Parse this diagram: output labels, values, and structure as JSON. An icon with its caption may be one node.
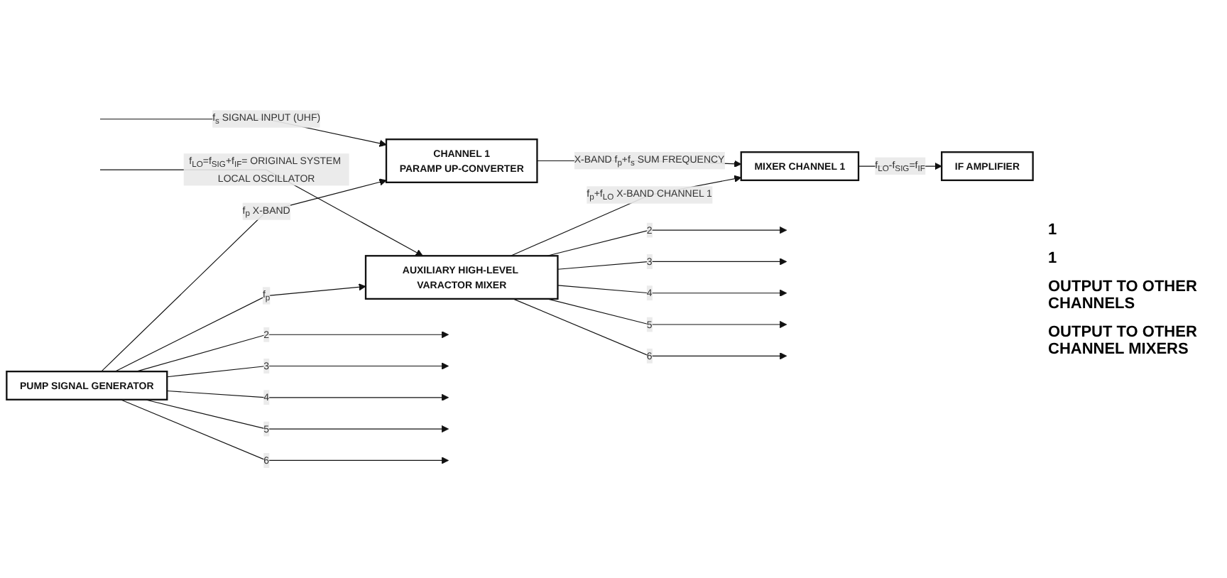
{
  "diagram": {
    "nodes": [
      {
        "text": [
          "CHANNEL 1",
          "PARAMP UP-CONVERTER"
        ]
      },
      {
        "text": [
          "MIXER CHANNEL 1"
        ]
      },
      {
        "text": [
          "IF AMPLIFIER"
        ]
      },
      {
        "text": [
          "PUMP SIGNAL GENERATOR"
        ]
      },
      {
        "text": [
          "AUXILIARY HIGH-LEVEL VARACTOR MIXER"
        ]
      }
    ],
    "edges": [
      {
        "from": null,
        "to": 0,
        "arrow": "to",
        "label": "f$_{s}$ SIGNAL INPUT (UHF)"
      },
      {
        "from": 0,
        "to": 1,
        "arrow": "to",
        "label": "X-BAND f$_{p}$+f$_{s}$ SUM FREQUENCY"
      },
      {
        "from": 1,
        "to": 2,
        "arrow": "to",
        "label": "f$_{LO}$-f$_{SIG}$=f$_{IF}$"
      },
      {
        "from": 3,
        "to": 0,
        "arrow": "to",
        "label": "f$_{p}$ X-BAND"
      },
      {
        "from": 3,
        "to": 4,
        "arrow": "to",
        "label": "f$_{p}$"
      },
      {
        "from": 4,
        "to": 1,
        "arrow": "to",
        "label": "f$_{p}$+f$_{LO}$ X-BAND CHANNEL 1"
      },
      {
        "from": null,
        "to": 4,
        "arrow": "to",
        "label": "f$_{LO}$=f$_{SIG}$+f$_{IF}$= ORIGINAL SYSTEM LOCAL OSCILLATOR"
      },
      {
        "from": 3,
        "to": null,
        "arrow": "to",
        "label": "2"
      },
      {
        "from": 3,
        "to": null,
        "arrow": "to",
        "label": "3"
      },
      {
        "from": 3,
        "to": null,
        "arrow": "to",
        "label": "4"
      },
      {
        "from": 3,
        "to": null,
        "arrow": "to",
        "label": "5"
      },
      {
        "from": 3,
        "to": null,
        "arrow": "to",
        "label": "6"
      },
      {
        "from": 4,
        "to": null,
        "arrow": "to",
        "label": "2"
      },
      {
        "from": 4,
        "to": null,
        "arrow": "to",
        "label": "3"
      },
      {
        "from": 4,
        "to": null,
        "arrow": "to",
        "label": "4"
      },
      {
        "from": 4,
        "to": null,
        "arrow": "to",
        "label": "5"
      },
      {
        "from": 4,
        "to": null,
        "arrow": "to",
        "label": "6"
      }
    ],
    "labels": [
      "1",
      "1",
      "OUTPUT TO OTHER CHANNELS",
      "OUTPUT TO OTHER CHANNEL MIXERS"
    ]
  }
}
